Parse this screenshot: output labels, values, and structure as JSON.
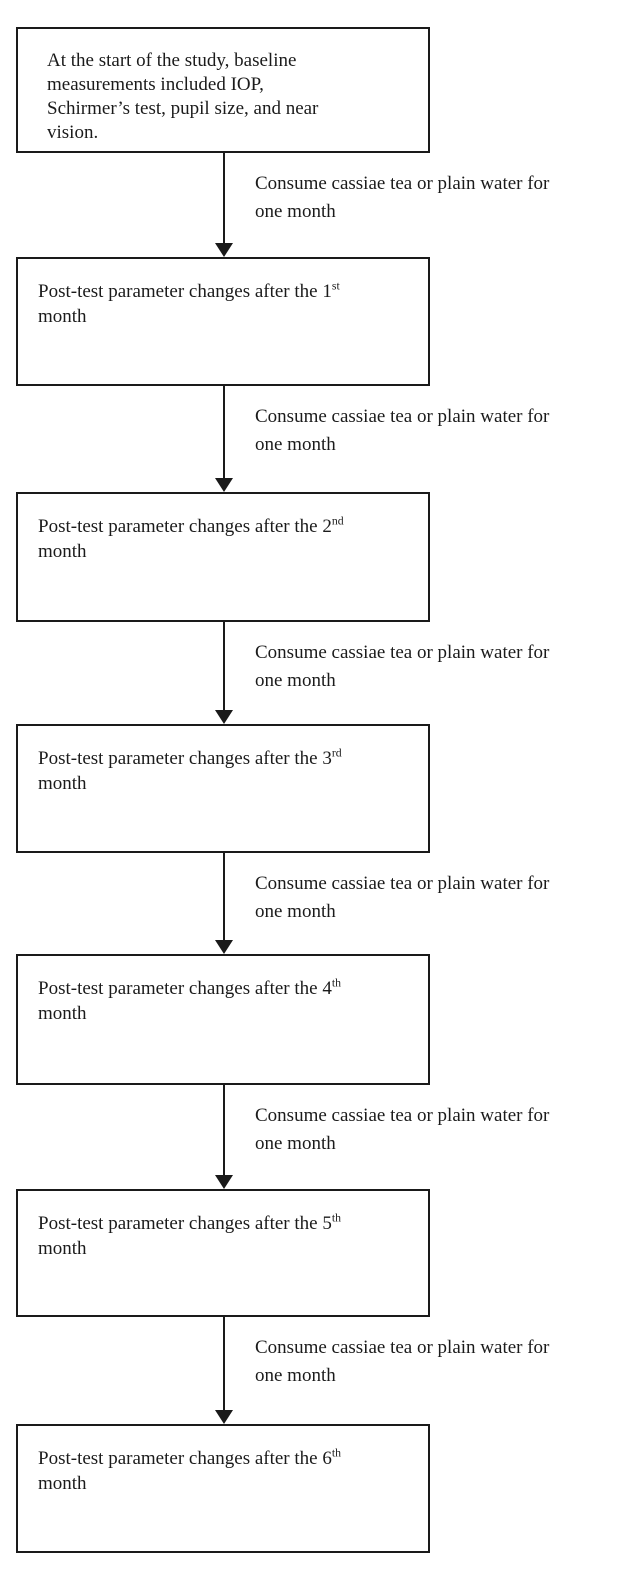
{
  "figure": {
    "type": "flowchart",
    "background_color": "#ffffff",
    "line_color": "#1a1a1a",
    "text_color": "#1b1b1b",
    "baseline_box": {
      "lines": [
        "At the start of the study, baseline",
        "measurements included IOP,",
        "Schirmer’s test, pupil size, and near",
        "vision."
      ]
    },
    "connector_label": {
      "line1": "Consume cassiae tea or plain water for",
      "line2": "one month"
    },
    "posttest_boxes": [
      {
        "prefix": "Post-test parameter changes after the 1",
        "sup": "st",
        "line2": "month"
      },
      {
        "prefix": "Post-test parameter changes after the 2",
        "sup": "nd",
        "line2": "month"
      },
      {
        "prefix": "Post-test parameter changes after the 3",
        "sup": "rd",
        "line2": "month"
      },
      {
        "prefix": "Post-test parameter changes after the 4",
        "sup": "th",
        "line2": "month"
      },
      {
        "prefix": "Post-test parameter changes after the 5",
        "sup": "th",
        "line2": "month"
      },
      {
        "prefix": "Post-test parameter changes after the 6",
        "sup": "th",
        "line2": "month"
      }
    ]
  }
}
